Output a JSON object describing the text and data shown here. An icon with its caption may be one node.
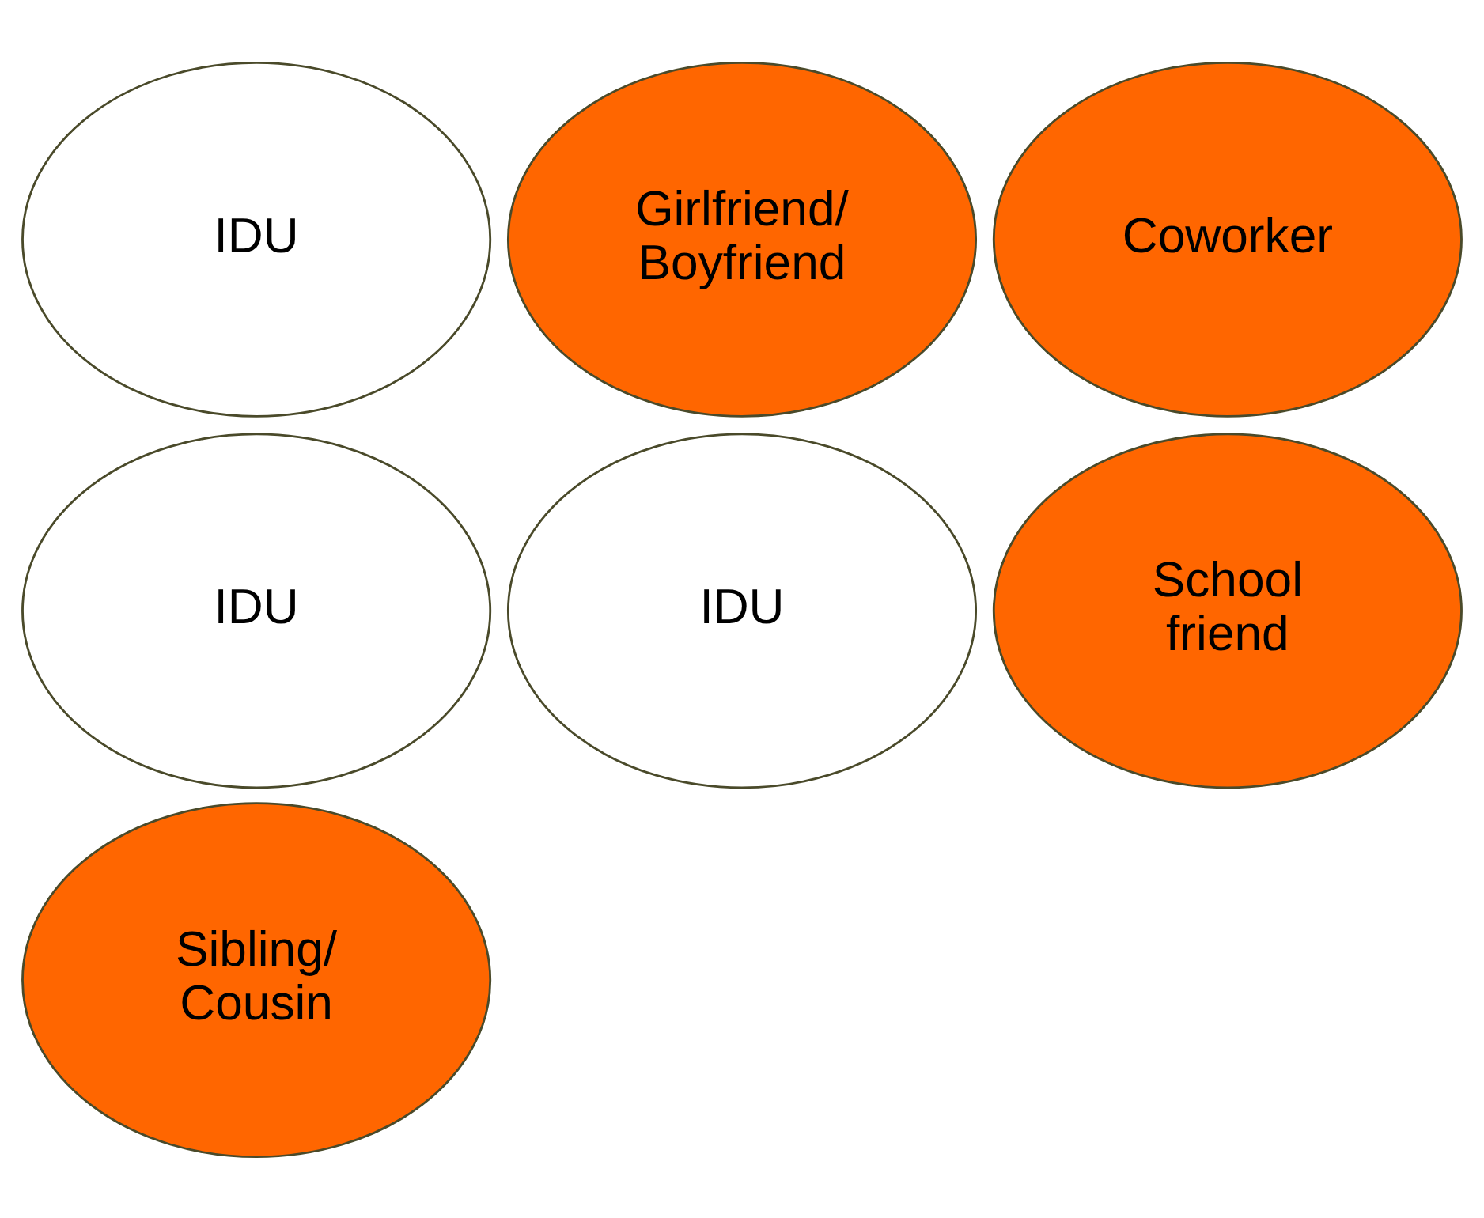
{
  "diagram": {
    "nodes": [
      {
        "text": [
          "IDU"
        ]
      },
      {
        "text": [
          "Girlfriend/ Boyfriend"
        ]
      },
      {
        "text": [
          "Coworker"
        ]
      },
      {
        "text": [
          "IDU"
        ]
      },
      {
        "text": [
          "IDU"
        ]
      },
      {
        "text": [
          "School friend"
        ]
      },
      {
        "text": [
          "Sibling/ Cousin"
        ]
      }
    ]
  }
}
